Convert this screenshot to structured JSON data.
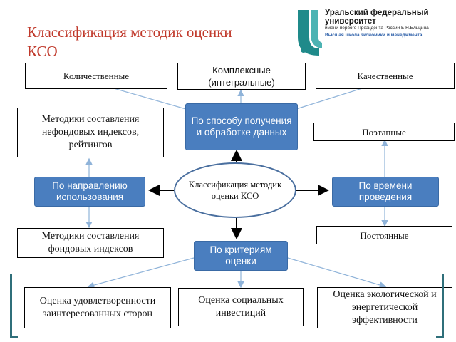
{
  "title": "Классификация методик оценки КСО",
  "logo": {
    "main": "Уральский федеральный университет",
    "sub": "имени первого Президента России Б.Н.Ельцина",
    "school": "Высшая школа экономики и менеджмента"
  },
  "center": "Классификация методик оценки КСО",
  "categories": {
    "method": "По способу получения и обработке данных",
    "usage": "По направлению использования",
    "time": "По времени проведения",
    "criteria": "По критериям оценки"
  },
  "items": {
    "quantitative": "Количественные",
    "complex": "Комплексные (интегральные)",
    "qualitative": "Качественные",
    "nonfund": "Методики составления нефондовых индексов, рейтингов",
    "fund": "Методики составления фондовых индексов",
    "stepwise": "Поэтапные",
    "permanent": "Постоянные",
    "stakeholders": "Оценка удовлетворенности заинтересованных сторон",
    "social": "Оценка социальных инвестиций",
    "eco": "Оценка экологической и энергетической эффективности"
  },
  "colors": {
    "title": "#c0392b",
    "category_fill": "#4a7ebf",
    "connector": "#8fb3d9"
  }
}
